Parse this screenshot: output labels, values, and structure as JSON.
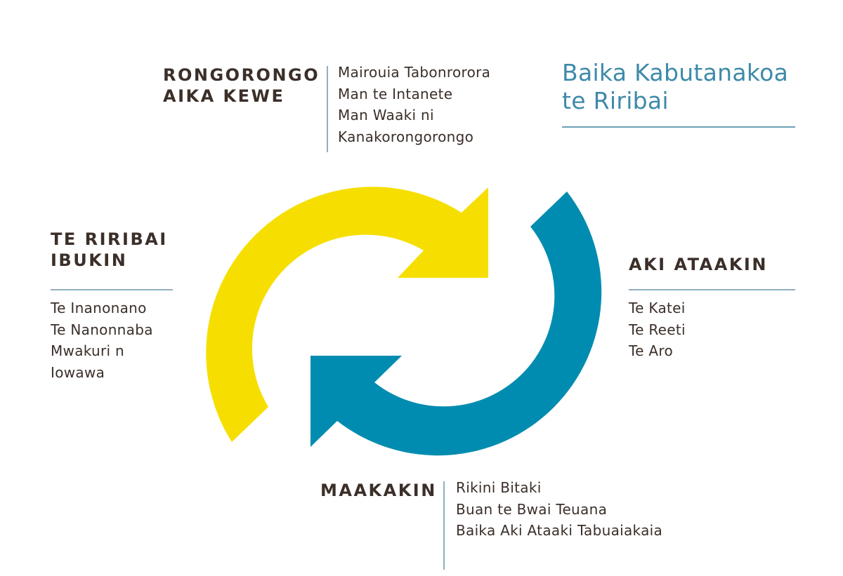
{
  "title": {
    "line1": "Baika Kabutanakoa",
    "line2": "te Riribai"
  },
  "colors": {
    "yellow_arrow": "#f6df00",
    "blue_arrow": "#008cb0",
    "text": "#3b2f29",
    "title": "#3e8aa9",
    "rule": "#8fb0c0"
  },
  "sections": {
    "top": {
      "heading_line1": "RONGORONGO",
      "heading_line2": "AIKA KEWE",
      "items": [
        "Mairouia Tabonrorora",
        "Man te Intanete",
        "Man Waaki ni",
        "Kanakorongorongo"
      ]
    },
    "left": {
      "heading_line1": "TE RIRIBAI",
      "heading_line2": "IBUKIN",
      "items": [
        "Te Inanonano",
        "Te Nanonnaba",
        "Mwakuri n",
        "Iowawa"
      ]
    },
    "right": {
      "heading": "AKI ATAAKIN",
      "items": [
        "Te Katei",
        "Te Reeti",
        "Te Aro"
      ]
    },
    "bottom": {
      "heading": "MAAKAKIN",
      "items": [
        "Rikini Bitaki",
        "Buan te Bwai Teuana",
        "Baika Aki Ataaki Tabuaiakaia"
      ]
    }
  },
  "cycle": {
    "arrows": [
      {
        "name": "yellow-cycle-arrow",
        "direction": "clockwise",
        "from": "bottom-left",
        "to": "top-right"
      },
      {
        "name": "blue-cycle-arrow",
        "direction": "clockwise",
        "from": "top-right",
        "to": "bottom-left"
      }
    ]
  }
}
